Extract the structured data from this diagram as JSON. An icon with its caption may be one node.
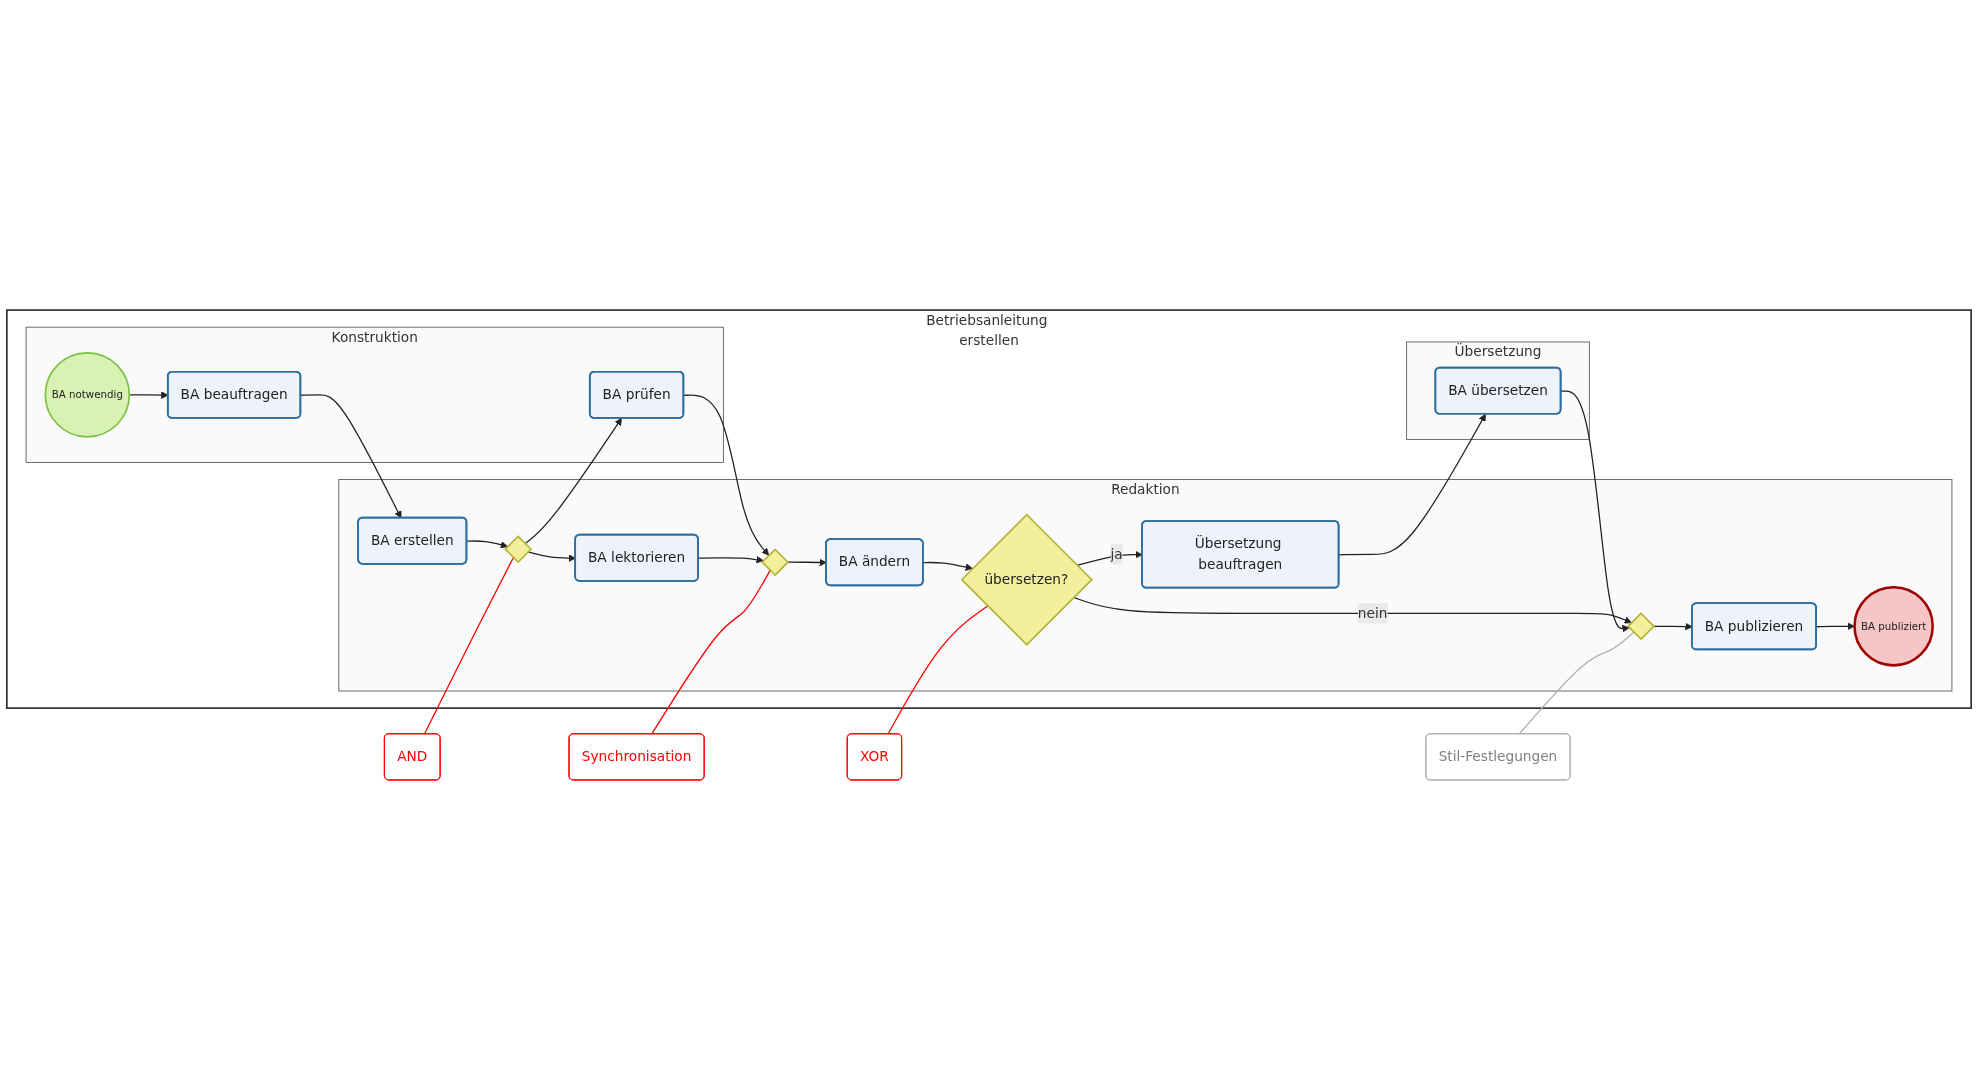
{
  "diagram": {
    "nodes": [
      {
        "text": [
          "Betriebsanleitung erstellen"
        ]
      },
      {
        "text": [
          "Konstruktion"
        ],
        "in": 0
      },
      {
        "text": [
          "Redaktion"
        ],
        "in": 0
      },
      {
        "text": [
          "Übersetzung"
        ],
        "in": 0
      },
      {
        "text": [
          "BA notwendig"
        ],
        "in": 1
      },
      {
        "text": [
          "BA beauftragen"
        ],
        "in": 1
      },
      {
        "text": [
          "BA prüfen"
        ],
        "in": 1
      },
      {
        "text": [
          "BA erstellen"
        ],
        "in": 2
      },
      {
        "text": [],
        "shape": "diamond",
        "in": 2
      },
      {
        "text": [
          "BA lektorieren"
        ],
        "in": 2
      },
      {
        "text": [],
        "shape": "diamond",
        "in": 2
      },
      {
        "text": [
          "BA ändern"
        ],
        "in": 2
      },
      {
        "text": [
          "übersetzen?"
        ],
        "in": 2
      },
      {
        "text": [],
        "shape": "diamond",
        "in": 2
      },
      {
        "text": [
          "BA publizieren"
        ],
        "in": 2
      },
      {
        "text": [
          "BA publiziert"
        ],
        "in": 2
      },
      {
        "text": [
          "Übersetzung beauftragen"
        ],
        "in": 2
      },
      {
        "text": [
          "BA übersetzen"
        ],
        "in": 3
      },
      {
        "text": [
          "Synchronisation"
        ]
      },
      {
        "text": [
          "XOR"
        ]
      },
      {
        "text": [
          "AND"
        ]
      },
      {
        "text": [
          "Stil-Festlegungen"
        ]
      }
    ],
    "edges": [
      {
        "from": 4,
        "to": 5,
        "arrow": "to"
      },
      {
        "from": 5,
        "to": 7,
        "arrow": "to"
      },
      {
        "from": 7,
        "to": 8,
        "arrow": "to"
      },
      {
        "from": 8,
        "to": 6,
        "arrow": "to"
      },
      {
        "from": 8,
        "to": 9,
        "arrow": "to"
      },
      {
        "from": 6,
        "to": 10,
        "arrow": "to"
      },
      {
        "from": 9,
        "to": 10,
        "arrow": "to"
      },
      {
        "from": 10,
        "to": 11,
        "arrow": "to"
      },
      {
        "from": 11,
        "to": 12,
        "arrow": "to"
      },
      {
        "from": 12,
        "to": 13,
        "arrow": "to",
        "label": "nein"
      },
      {
        "from": 12,
        "to": 16,
        "arrow": "to",
        "label": "ja"
      },
      {
        "from": 16,
        "to": 17,
        "arrow": "to"
      },
      {
        "from": 17,
        "to": 13,
        "arrow": "to"
      },
      {
        "from": 13,
        "to": 14,
        "arrow": "to"
      },
      {
        "from": 14,
        "to": 15,
        "arrow": "to"
      },
      {
        "from": 18,
        "to": 10,
        "arrow": "none",
        "color": "#ff0000"
      },
      {
        "from": 19,
        "to": 12,
        "arrow": "none",
        "color": "#ff0000"
      },
      {
        "from": 20,
        "to": 8,
        "arrow": "none",
        "color": "#ff0000"
      },
      {
        "from": 21,
        "to": 13,
        "arrow": "none",
        "color": "#b0b0b0"
      }
    ]
  }
}
